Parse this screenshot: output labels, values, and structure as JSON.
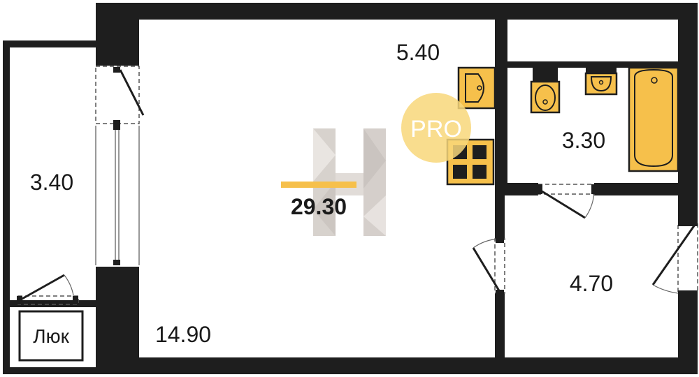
{
  "rooms": {
    "balcony_area": "3.40",
    "living_area": "14.90",
    "kitchen_area": "5.40",
    "bathroom_area": "3.30",
    "hall_area": "4.70"
  },
  "total_area": "29.30",
  "watermark": {
    "pro_text": "PRO",
    "icon": "h-logo-icon"
  },
  "hatch_label": "Люк",
  "colors": {
    "wall": "#1e1e1e",
    "fixture": "#f6c04b",
    "pro_badge": "#f8d77a",
    "total_bar": "#f6c04b",
    "background": "#ffffff"
  }
}
